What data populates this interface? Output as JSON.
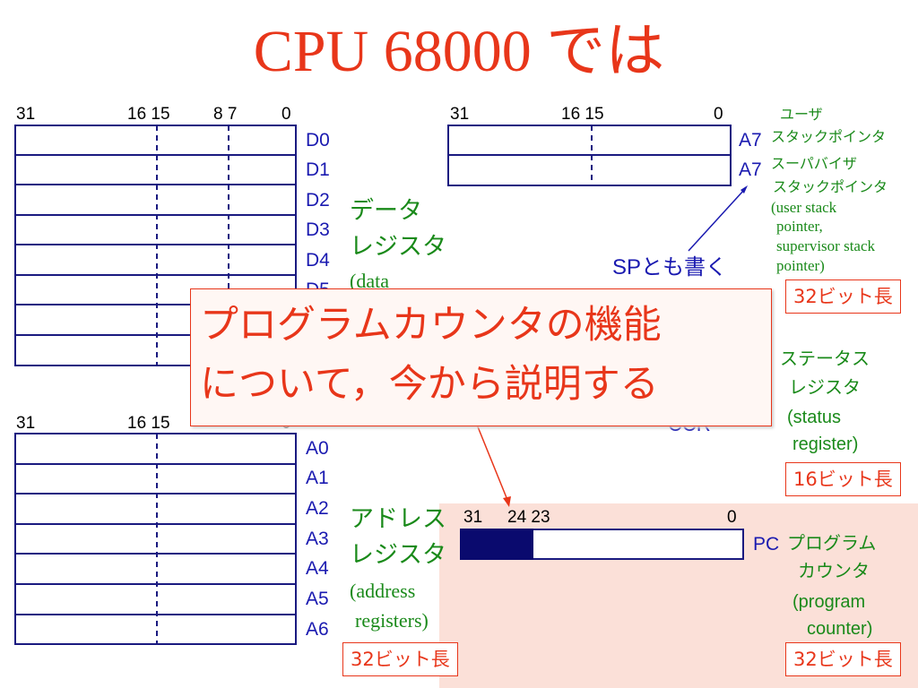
{
  "title": "CPU 68000 では",
  "data_registers": {
    "bit_labels": [
      "31",
      "16 15",
      "8 7",
      "0"
    ],
    "names": [
      "D0",
      "D1",
      "D2",
      "D3",
      "D4",
      "D5"
    ],
    "label_jp_1": "データ",
    "label_jp_2": "レジスタ",
    "label_en": "(data"
  },
  "address_registers": {
    "bit_labels": [
      "31",
      "16 15",
      "0"
    ],
    "names": [
      "A0",
      "A1",
      "A2",
      "A3",
      "A4",
      "A5",
      "A6"
    ],
    "label_jp_1": "アドレス",
    "label_jp_2": "レジスタ",
    "label_en_1": "(address",
    "label_en_2": "registers)",
    "width": "32ビット長"
  },
  "stack_pointers": {
    "bit_labels": [
      "31",
      "16 15",
      "0"
    ],
    "names": [
      "A7",
      "A7"
    ],
    "usp_1": "ユーザ",
    "usp_2": "スタックポインタ",
    "ssp_1": "スーパバイザ",
    "ssp_2": "スタックポインタ",
    "en_1": "(user stack",
    "en_2": "pointer,",
    "en_3": "supervisor stack",
    "en_4": "pointer)",
    "sp_note": "SPとも書く",
    "width": "32ビット長"
  },
  "status_register": {
    "ccr": "CCR",
    "jp_1": "ステータス",
    "jp_2": "レジスタ",
    "en_1": "(status",
    "en_2": "register)",
    "width": "16ビット長"
  },
  "program_counter": {
    "bit_labels": [
      "31",
      "24 23",
      "0"
    ],
    "name": "PC",
    "jp_1": "プログラム",
    "jp_2": "カウンタ",
    "en_1": "(program",
    "en_2": "counter)",
    "width": "32ビット長"
  },
  "callout": {
    "line_1": "プログラムカウンタの機能",
    "line_2": "について，今から説明する"
  },
  "colors": {
    "title": "#e8361a",
    "register_border": "#1a1a80",
    "register_name": "#1a1ab0",
    "label_green": "#1a8a1a",
    "pc_fill": "#0a0a6e",
    "highlight_bg": "#fbe0d8"
  }
}
